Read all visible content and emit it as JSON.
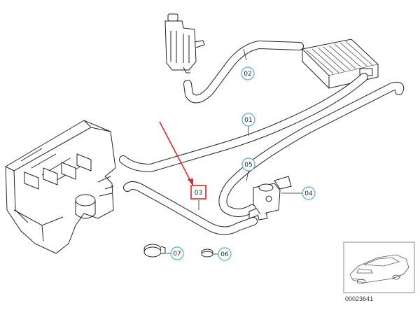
{
  "diagram": {
    "callouts": [
      {
        "id": "01",
        "label": "01"
      },
      {
        "id": "02",
        "label": "02"
      },
      {
        "id": "03",
        "label": "03"
      },
      {
        "id": "04",
        "label": "04"
      },
      {
        "id": "05",
        "label": "05"
      },
      {
        "id": "06",
        "label": "06"
      },
      {
        "id": "07",
        "label": "07"
      }
    ],
    "highlighted_part": "03",
    "reference_code": "00023641",
    "colors": {
      "line": "#222222",
      "callout_circle": "#6fb6d8",
      "highlight_box": "#e0282a",
      "arrow": "#e0282a",
      "inset_border": "#888888"
    }
  }
}
